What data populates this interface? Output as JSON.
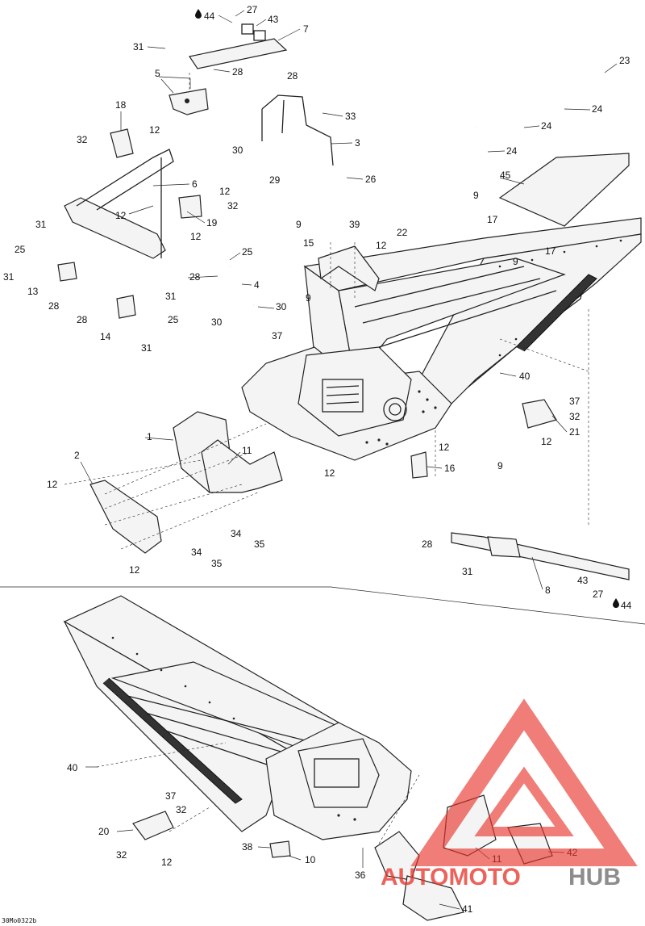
{
  "diagram": {
    "reference_code": "30Mo0322b",
    "callouts_top": [
      "44",
      "27",
      "43",
      "7",
      "31",
      "28",
      "5",
      "28",
      "33",
      "3",
      "18",
      "32",
      "12",
      "30",
      "29",
      "26",
      "6",
      "12",
      "32",
      "12",
      "19",
      "12",
      "31",
      "25",
      "31",
      "13",
      "28",
      "25",
      "28",
      "4",
      "30",
      "30",
      "37",
      "31",
      "28",
      "14",
      "31",
      "25",
      "9",
      "39",
      "15",
      "12",
      "22",
      "9",
      "9",
      "17",
      "9",
      "17",
      "23",
      "24",
      "24",
      "24",
      "45",
      "1",
      "11",
      "2",
      "12",
      "34",
      "35",
      "34",
      "35",
      "12",
      "40",
      "16",
      "12",
      "9",
      "12",
      "37",
      "32",
      "21",
      "12",
      "28",
      "31",
      "8",
      "43",
      "27",
      "44"
    ],
    "callouts_bottom": [
      "40",
      "37",
      "32",
      "20",
      "32",
      "12",
      "38",
      "10",
      "36",
      "11",
      "41",
      "42"
    ]
  },
  "watermark": {
    "text_part1": "AUTOMOTO",
    "text_part2": "HUB",
    "color_red": "#e8342a",
    "color_gray": "#6b6b6b"
  }
}
